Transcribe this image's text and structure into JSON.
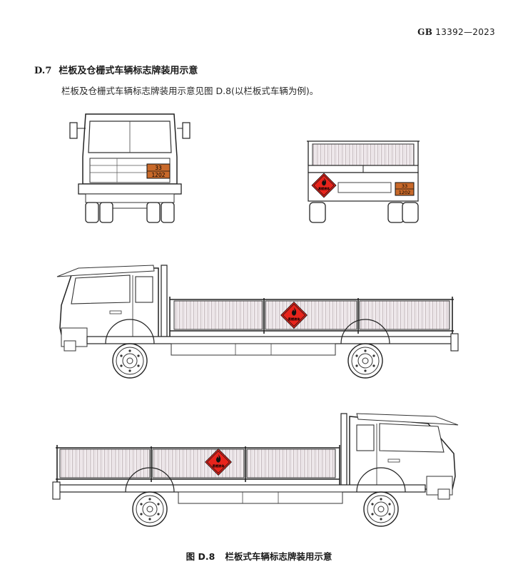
{
  "header": {
    "standard_prefix": "GB",
    "standard_number": "13392—2023"
  },
  "section": {
    "number": "D.7",
    "title": "栏板及仓栅式车辆标志牌装用示意"
  },
  "paragraph": "栏板及仓栅式车辆标志牌装用示意见图 D.8(以栏板式车辆为例)。",
  "plate": {
    "hazard_id": "33",
    "un_number": "1202",
    "color": "#c8692a"
  },
  "diamond_label": {
    "text": "易燃液体",
    "color": "#e8241c"
  },
  "caption": {
    "number": "图 D.8",
    "title": "栏板式车辆标志牌装用示意"
  },
  "icons": [
    "flame-icon"
  ]
}
